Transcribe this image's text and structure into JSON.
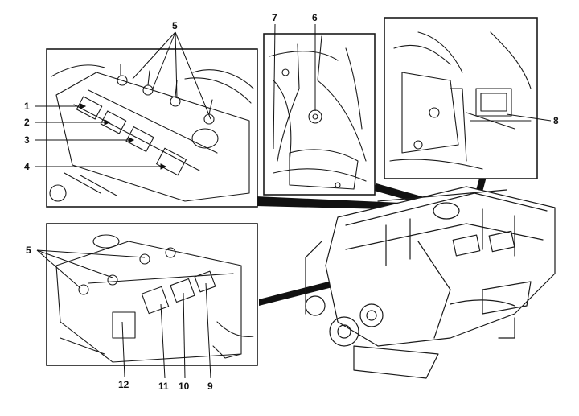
{
  "callouts": {
    "c1": "1",
    "c2": "2",
    "c3": "3",
    "c4": "4",
    "c5_top": "5",
    "c6": "6",
    "c7": "7",
    "c8": "8",
    "c5_bottom": "5",
    "c9": "9",
    "c10": "10",
    "c11": "11",
    "c12": "12"
  },
  "colors": {
    "ink": "#1a1a1a",
    "paper": "#ffffff"
  }
}
